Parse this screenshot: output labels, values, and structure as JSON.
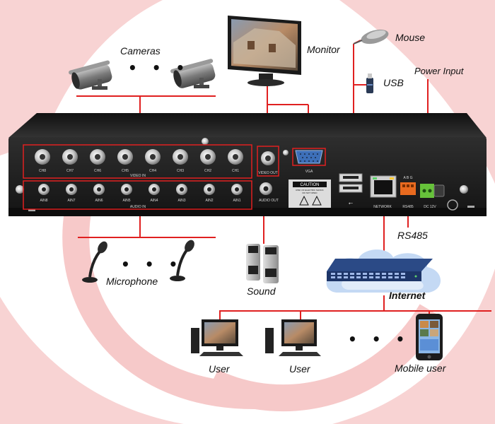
{
  "labels": {
    "cameras": "Cameras",
    "monitor": "Monitor",
    "mouse": "Mouse",
    "usb": "USB",
    "power_input": "Power Input",
    "rs485": "RS485",
    "microphone": "Microphone",
    "sound": "Sound",
    "internet": "Internet",
    "user_1": "User",
    "user_2": "User",
    "mobile_user": "Mobile user"
  },
  "ellipsis": "• • •",
  "dvr": {
    "video_channels": [
      "CH8",
      "CH7",
      "CH6",
      "CH5",
      "CH4",
      "CH3",
      "CH2",
      "CH1"
    ],
    "audio_channels": [
      "AIN8",
      "AIN7",
      "AIN6",
      "AIN5",
      "AIN4",
      "AIN3",
      "AIN2",
      "AIN1"
    ],
    "video_in": "VIDEO IN",
    "audio_in": "AUDIO IN",
    "video_out": "VIDEO OUT",
    "audio_out": "AUDIO OUT",
    "vga": "VGA",
    "network": "NETWORK",
    "rs485_port": "RS485",
    "rs485_pins": "A B G",
    "dc": "DC 12V",
    "caution_title": "CAUTION",
    "caution_line1": "RISK OF ELECTRIC SHOCK",
    "caution_line2": "DO NOT OPEN"
  },
  "colors": {
    "wire": "#e02020",
    "background_swirl": "#f7c9c9",
    "chassis": "#1b1b1b",
    "cloud": "#c4d9f4"
  }
}
